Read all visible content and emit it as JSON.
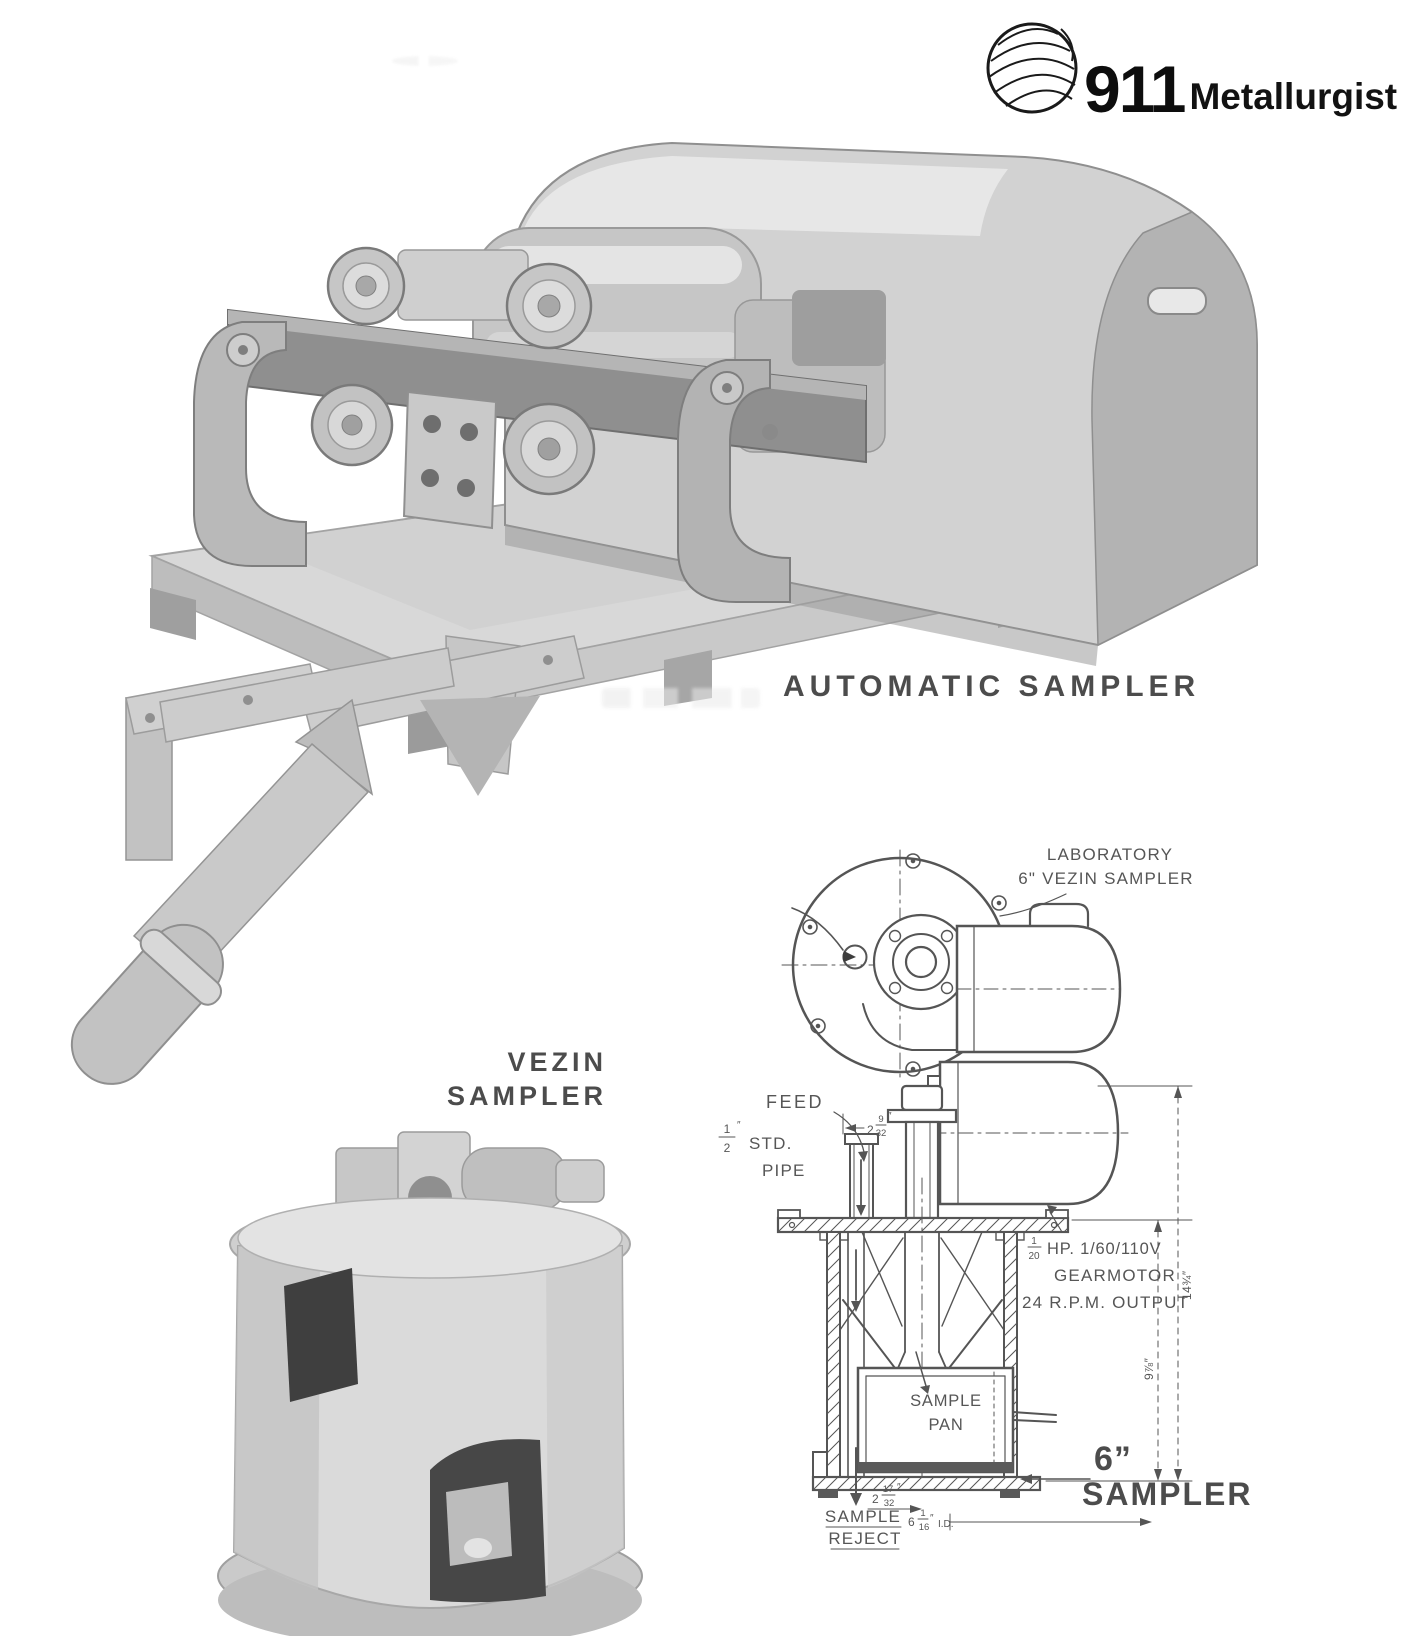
{
  "logo": {
    "number": "911",
    "name": "Metallurgist"
  },
  "automatic_sampler": {
    "caption": "AUTOMATIC SAMPLER"
  },
  "vezin_sampler": {
    "caption_line1": "VEZIN",
    "caption_line2": "SAMPLER"
  },
  "six_sampler": {
    "caption_line1": "6”",
    "caption_line2": "SAMPLER"
  },
  "diagram": {
    "title": {
      "line1": "LABORATORY",
      "line2": "6\" VEZIN  SAMPLER"
    },
    "feed": {
      "label": "FEED",
      "pipe_num": "1",
      "pipe_den": "2",
      "pipe_unit": "″",
      "pipe_word1": "STD.",
      "pipe_word2": "PIPE"
    },
    "gearmotor": {
      "hp_num": "1",
      "hp_den": "20",
      "spec": "HP. 1/60/110V",
      "name": "GEARMOTOR",
      "output": "24 R.P.M. OUTPUT"
    },
    "sample_pan": {
      "line1": "SAMPLE",
      "line2": "PAN"
    },
    "sample_reject": {
      "line1": "SAMPLE",
      "line2": "REJECT"
    },
    "dims": {
      "pipe_offset": {
        "whole": "2",
        "num": "9",
        "den": "32",
        "unit": "″"
      },
      "reject_offset": {
        "whole": "2",
        "num": "17",
        "den": "32",
        "unit": "″"
      },
      "inner_diameter": {
        "whole": "6",
        "num": "1",
        "den": "16",
        "unit": "″",
        "suffix": "I.D."
      },
      "height_overall": "14¾″",
      "height_tank": "9⅞″"
    }
  }
}
